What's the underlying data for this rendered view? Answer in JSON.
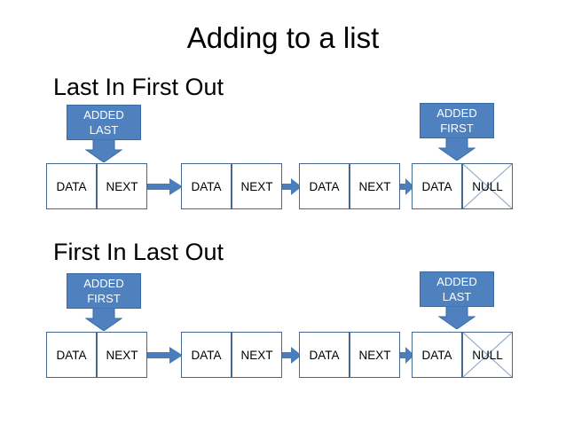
{
  "slide": {
    "title": "Adding to a list",
    "sections": [
      {
        "id": "lifo",
        "heading": "Last In First Out",
        "nodes": [
          {
            "left": "DATA",
            "right": "NEXT",
            "right_is_null": false
          },
          {
            "left": "DATA",
            "right": "NEXT",
            "right_is_null": false
          },
          {
            "left": "DATA",
            "right": "NEXT",
            "right_is_null": false
          },
          {
            "left": "DATA",
            "right": "NULL",
            "right_is_null": true
          }
        ],
        "callouts": [
          {
            "position": "left",
            "line1": "ADDED",
            "line2": "LAST"
          },
          {
            "position": "right",
            "line1": "ADDED",
            "line2": "FIRST"
          }
        ]
      },
      {
        "id": "filo",
        "heading": "First In Last Out",
        "nodes": [
          {
            "left": "DATA",
            "right": "NEXT",
            "right_is_null": false
          },
          {
            "left": "DATA",
            "right": "NEXT",
            "right_is_null": false
          },
          {
            "left": "DATA",
            "right": "NEXT",
            "right_is_null": false
          },
          {
            "left": "DATA",
            "right": "NULL",
            "right_is_null": true
          }
        ],
        "callouts": [
          {
            "position": "left",
            "line1": "ADDED",
            "line2": "FIRST"
          },
          {
            "position": "right",
            "line1": "ADDED",
            "line2": "LAST"
          }
        ]
      }
    ],
    "colors": {
      "callout_fill": "#4E81BD",
      "callout_border": "#3A6BA5",
      "callout_text": "#FFFFFF",
      "node_border": "#44688F",
      "node_fill": "#FFFFFF",
      "arrow_fill": "#4A7EBB",
      "null_x_line": "#8FAAC9",
      "text": "#000000",
      "background": "#FFFFFF"
    }
  }
}
